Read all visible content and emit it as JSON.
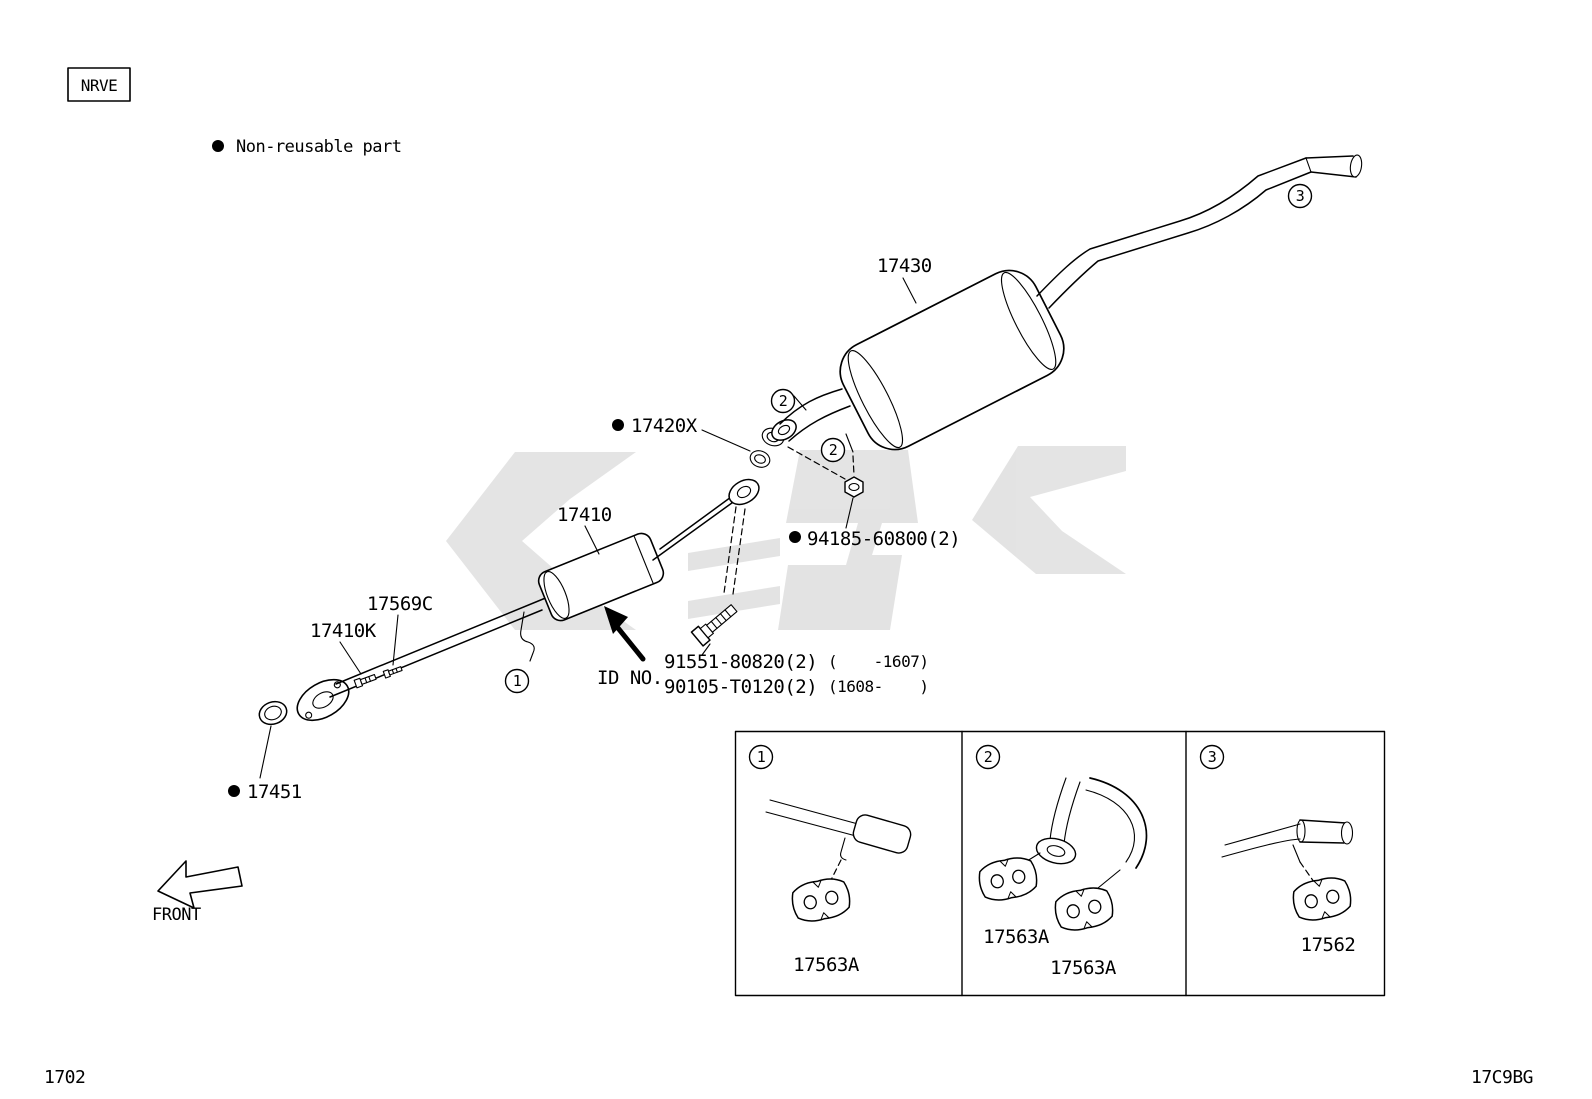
{
  "header": {
    "model_code": "NRVE",
    "legend_text": "Non-reusable part"
  },
  "diagram": {
    "labels": {
      "rear_muffler": "17430",
      "gasket_center": "17420X",
      "front_pipe": "17410",
      "bolt_17569c": "17569C",
      "bolt_17410k": "17410K",
      "nut_94185": "94185-60800(2)",
      "bolt_91551": "91551-80820(2)",
      "bolt_91551_range": "(    -1607)",
      "bolt_90105": "90105-T0120(2)",
      "bolt_90105_range": "(1608-    )",
      "gasket_front": "17451",
      "id_no": "ID NO.",
      "front": "FRONT"
    },
    "callouts": {
      "c1": "1",
      "c2": "2",
      "c3": "3"
    }
  },
  "detail_boxes": [
    {
      "callout": "1",
      "parts": [
        "17563A"
      ]
    },
    {
      "callout": "2",
      "parts": [
        "17563A",
        "17563A"
      ]
    },
    {
      "callout": "3",
      "parts": [
        "17562"
      ]
    }
  ],
  "footer": {
    "page_code": "1702",
    "figure_code": "17C9BG"
  }
}
